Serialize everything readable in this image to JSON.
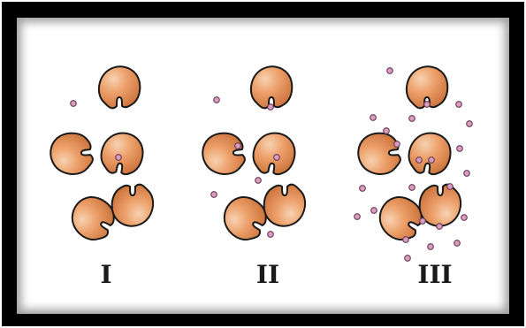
{
  "panels": [
    {
      "label": "I"
    },
    {
      "label": "II"
    },
    {
      "label": "III"
    }
  ],
  "colors": {
    "frame": "#000000",
    "background": "#ffffff",
    "enzyme_fill": "#e0894f",
    "enzyme_highlight": "#f6d2b2",
    "enzyme_outline": "#1a1a1a",
    "particle_fill": "#d89cbe",
    "particle_outline": "#6a3a58"
  },
  "icons": {
    "enzyme": "enzyme-blob-icon",
    "substrate": "substrate-dot-icon"
  }
}
